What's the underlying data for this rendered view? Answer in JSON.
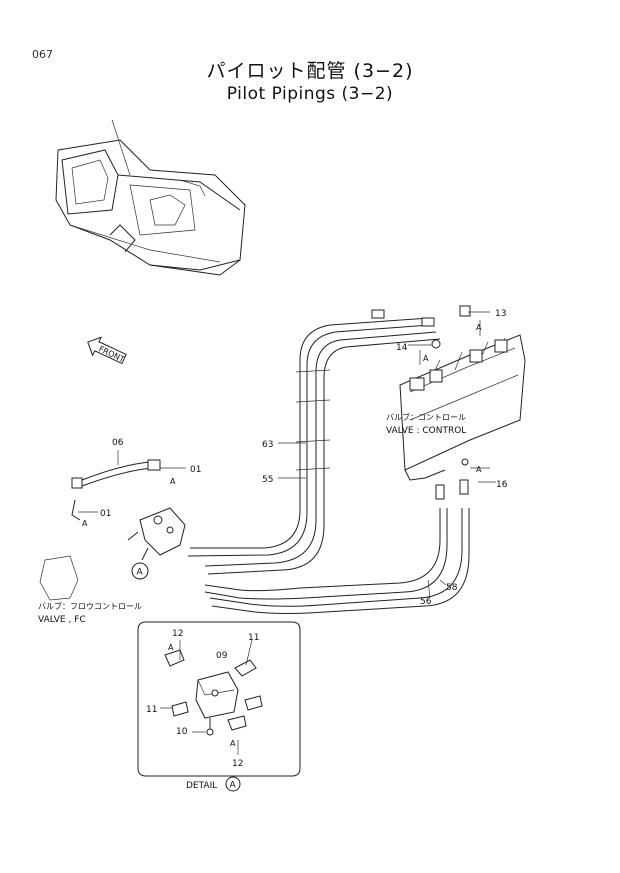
{
  "page": {
    "number": "067"
  },
  "title": {
    "japanese": "パイロット配管 (3−2)",
    "english": "Pilot Pipings (3−2)"
  },
  "front_arrow_label": "FRONT",
  "callouts": {
    "p13": "13",
    "p14": "14",
    "p16": "16",
    "p63": "63",
    "p55": "55",
    "p56": "56",
    "p58": "58",
    "p06": "06",
    "p01a": "01",
    "p01b": "01",
    "p09": "09",
    "p10": "10",
    "p11a": "11",
    "p11b": "11",
    "p12a": "12",
    "p12b": "12"
  },
  "letters": {
    "a": "A",
    "detail_marker": "A",
    "detail_circle": "A"
  },
  "valve_control": {
    "jp": "バルブ：コントロール",
    "en": "VALVE : CONTROL"
  },
  "valve_fc": {
    "jp": "バルブ：フロウコントロール",
    "en": "VALVE , FC"
  },
  "detail_label": "DETAIL"
}
